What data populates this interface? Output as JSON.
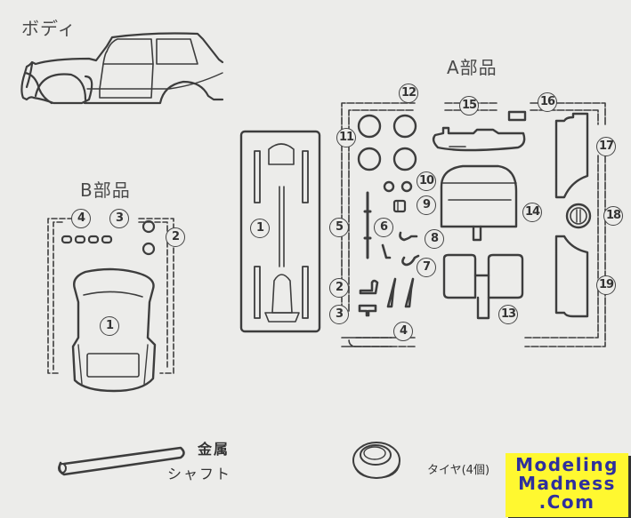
{
  "sections": {
    "body": {
      "title": "ボディ"
    },
    "a_parts": {
      "title": "A部品"
    },
    "b_parts": {
      "title": "B部品"
    }
  },
  "a_numbers": [
    "1",
    "2",
    "3",
    "4",
    "5",
    "6",
    "7",
    "8",
    "9",
    "10",
    "11",
    "12",
    "13",
    "14",
    "15",
    "16",
    "17",
    "18",
    "19"
  ],
  "b_numbers": [
    "1",
    "2",
    "3",
    "4"
  ],
  "accessories": {
    "shaft_label_line1": "金属",
    "shaft_label_line2": "シャフト",
    "tire_label": "タイヤ(4個)"
  },
  "watermark": {
    "line1": "Modeling",
    "line2": "Madness",
    "line3": ".Com",
    "bg_color": "#fff830",
    "text_color": "#2e2f9e"
  }
}
